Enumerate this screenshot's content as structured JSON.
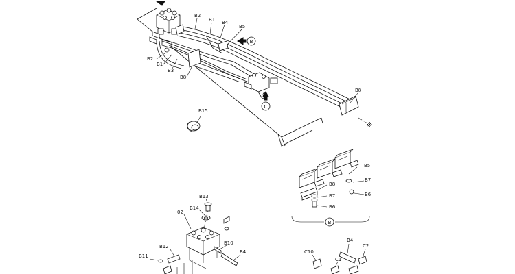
{
  "labels": {
    "b1_top": "B1",
    "b2_top": "B2",
    "b4_top": "B4",
    "b5_top": "B5",
    "b2_left": "B2",
    "b1_left": "B1",
    "b3_left": "B3",
    "b8_left": "B8",
    "b8_right": "B8",
    "b15": "B15",
    "callout_b": "B",
    "callout_c": "C",
    "detail_b5": "B5",
    "detail_b7a": "B7",
    "detail_b6a": "B6",
    "detail_b8": "B8",
    "detail_b7b": "B7",
    "detail_b6b": "B6",
    "detail_caption_b": "B",
    "b13": "B13",
    "b14": "B14",
    "b02": "02",
    "b12": "B12",
    "b11": "B11",
    "b10": "B10",
    "b4_bottom": "B4",
    "c10": "C10",
    "c1": "C1",
    "b4_br": "B4",
    "c2": "C2",
    "asterisk": "※"
  }
}
